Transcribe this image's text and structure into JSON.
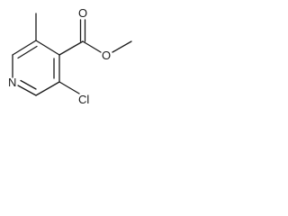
{
  "structure": {
    "atoms": {
      "nitrogen": "N",
      "chlorine": "Cl",
      "carbonyl_oxygen": "O",
      "ester_oxygen": "O"
    }
  },
  "colors": {
    "bond": "#1a1a1a",
    "text": "#1a1a1a",
    "background": "#ffffff"
  }
}
